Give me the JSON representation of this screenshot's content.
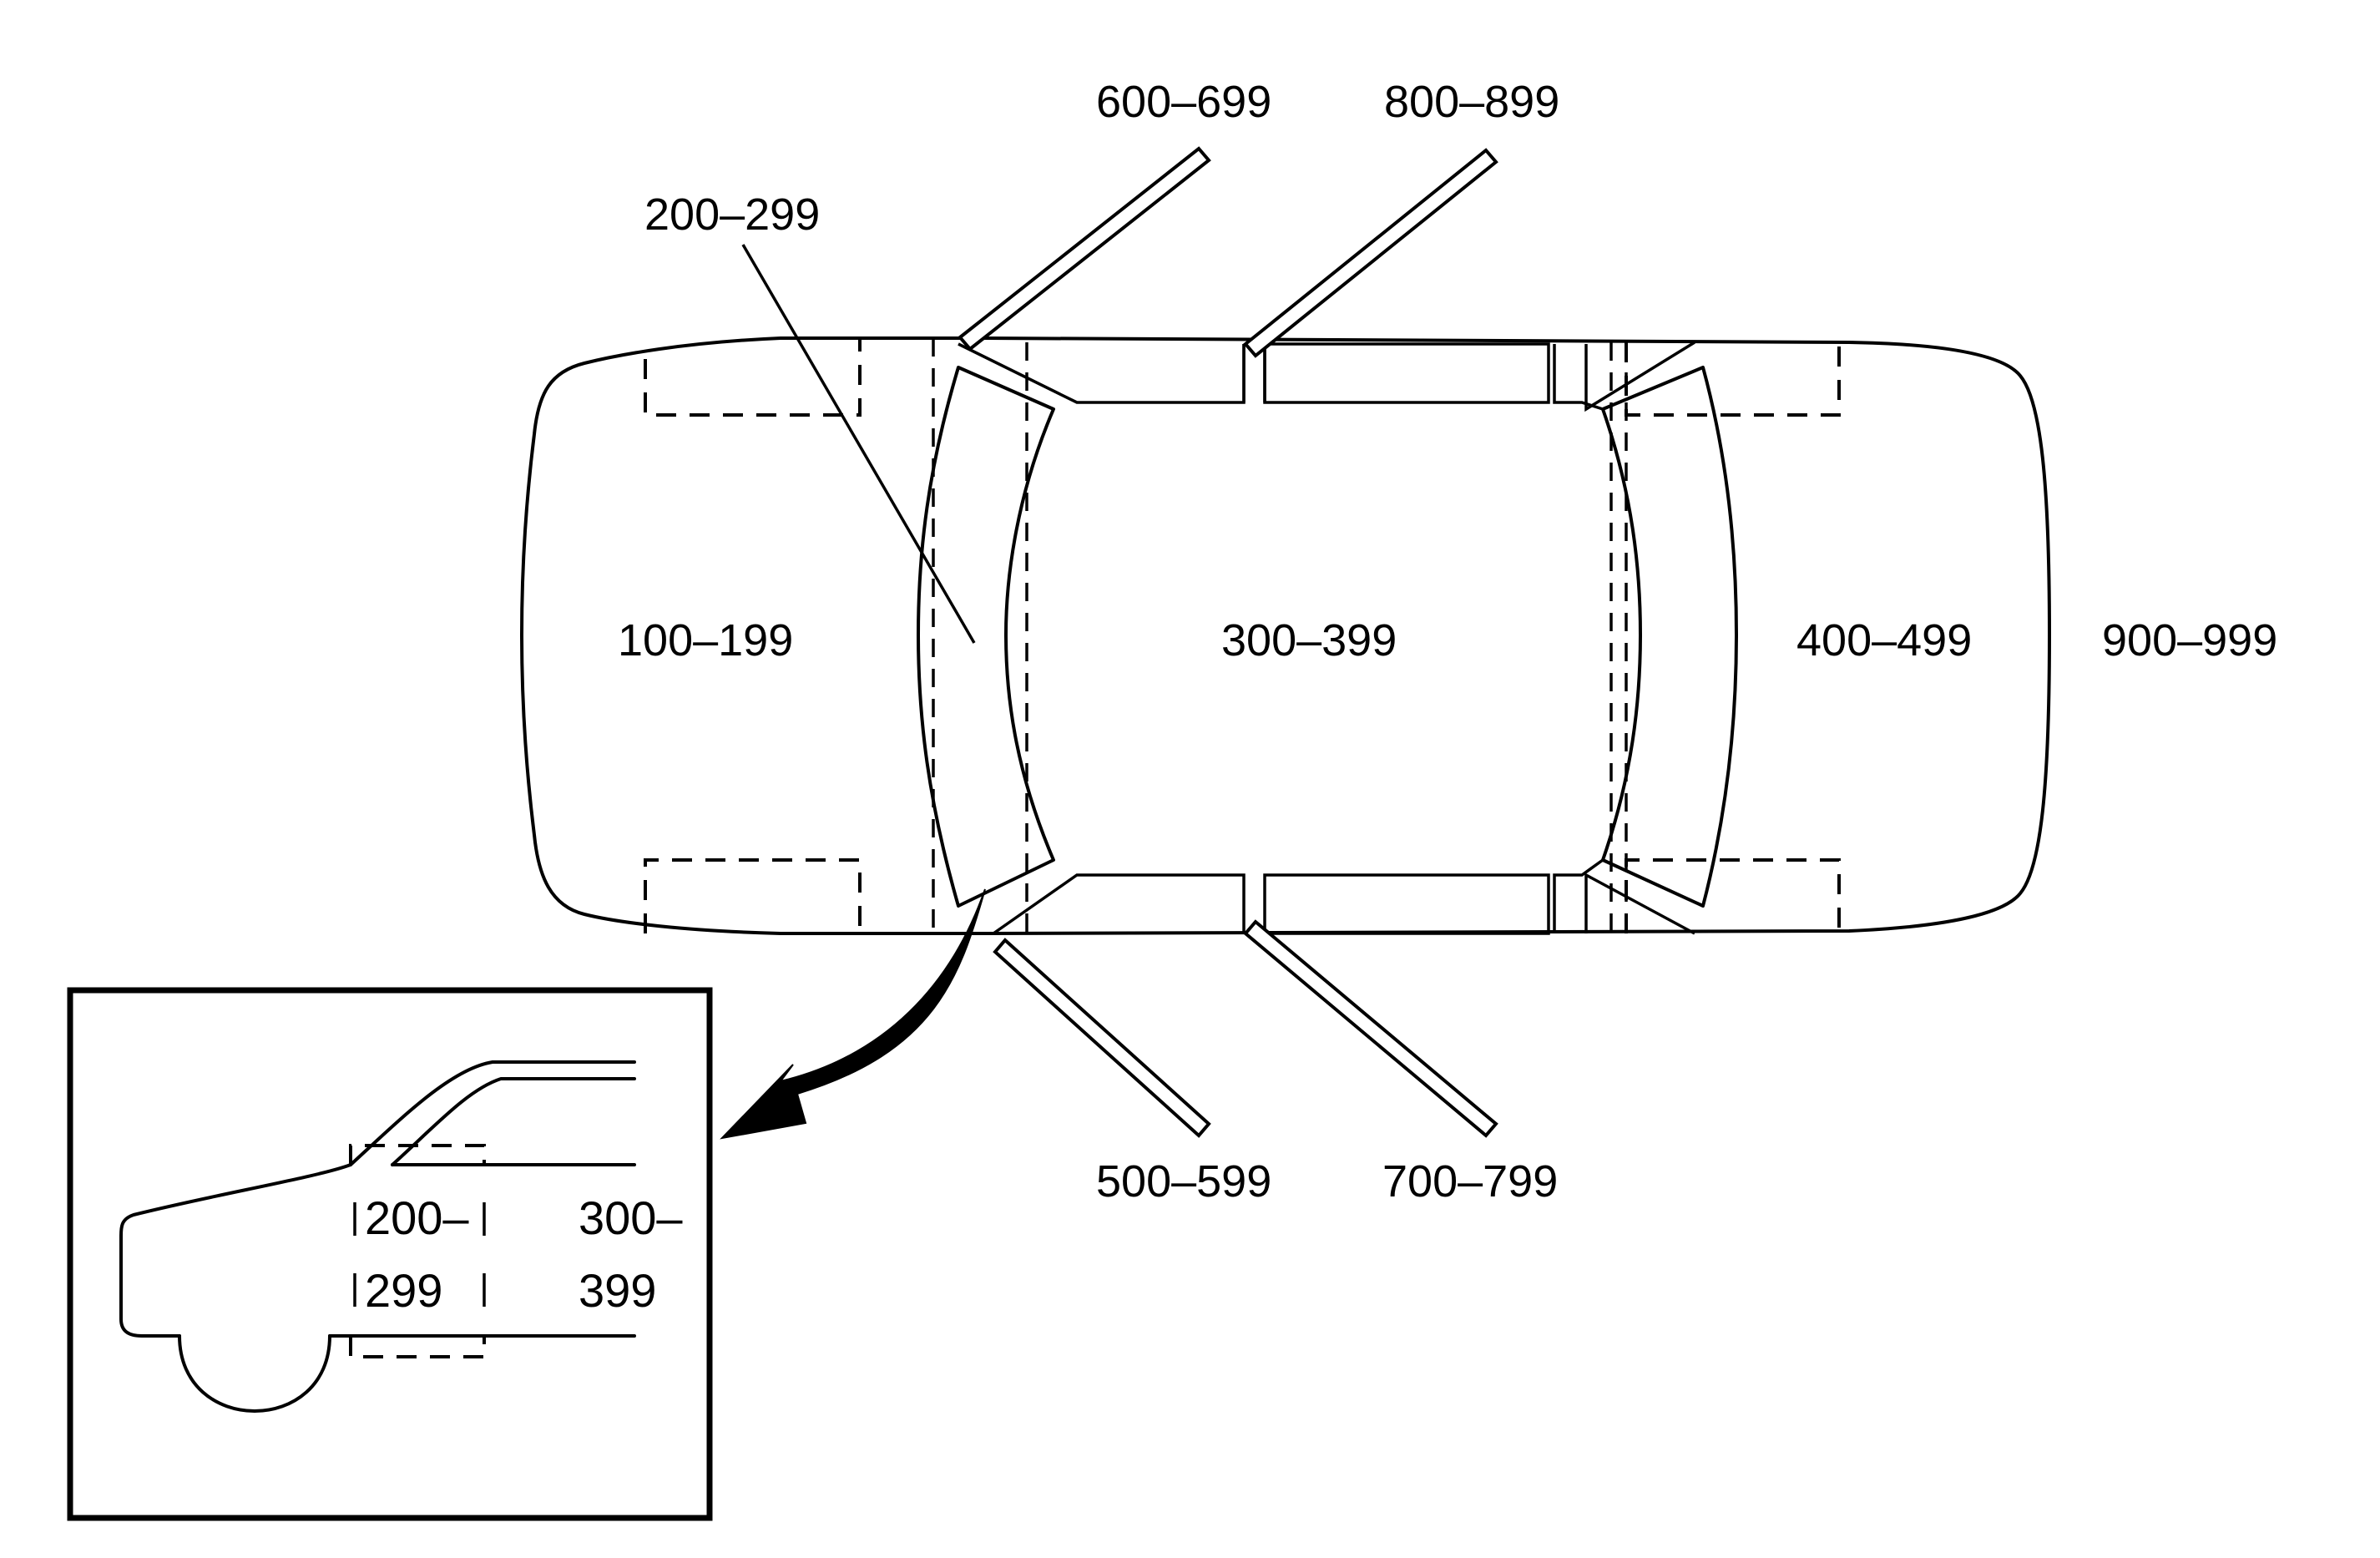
{
  "zones": {
    "front": "100–199",
    "front_cowl": "200–299",
    "passenger_compartment": "300–399",
    "rear_compartment": "400–499",
    "rear": "900–999",
    "left_front_door": "600–699",
    "left_rear_door": "800–899",
    "right_front_door": "500–599",
    "right_rear_door": "700–799"
  },
  "inset": {
    "cowl_label_line1": "200–",
    "cowl_label_line2": "299",
    "cabin_label_line1": "300–",
    "cabin_label_line2": "399"
  }
}
